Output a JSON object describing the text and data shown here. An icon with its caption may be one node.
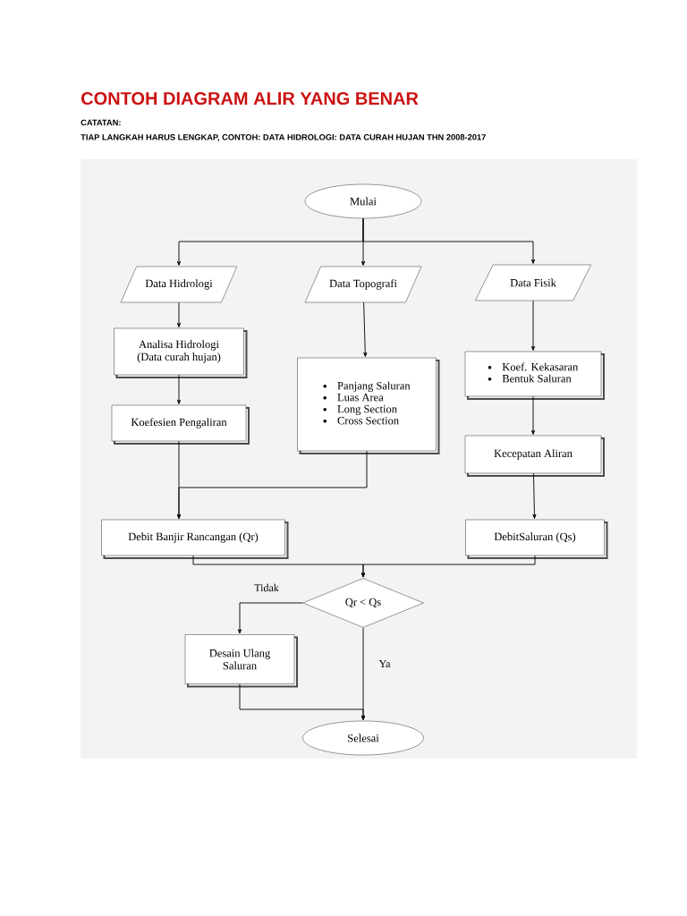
{
  "diagram": {
    "title": "CONTOH DIAGRAM ALIR YANG BENAR",
    "nodes": [
      {
        "text": [
          "Mulai"
        ]
      },
      {
        "text": [
          "Data Hidrologi"
        ]
      },
      {
        "text": [
          "Data Topografi"
        ]
      },
      {
        "text": [
          "Data Fisik"
        ]
      },
      {
        "text": [
          "Analisa Hidrologi (Data curah hujan)"
        ]
      },
      {
        "text": [
          "Koefesien Pengaliran"
        ]
      },
      {
        "text": [
          "Panjang Saluran",
          "Luas Area",
          "Long Section",
          "Cross Section"
        ]
      },
      {
        "text": [
          "Koef. Kekasaran",
          "Bentuk Saluran"
        ]
      },
      {
        "text": [
          "Kecepatan Aliran"
        ]
      },
      {
        "text": [
          "Debit Banjir Rancangan (Qr)"
        ]
      },
      {
        "text": [
          "DebitSaluran (Qs)"
        ]
      },
      {
        "text": [
          "Qr < Qs"
        ]
      },
      {
        "text": [
          "Desain Ulang Saluran"
        ]
      },
      {
        "text": [
          "Selesai"
        ]
      }
    ],
    "edges": [
      {
        "from": 0,
        "to": 1,
        "arrow": "to"
      },
      {
        "from": 0,
        "to": 2,
        "arrow": "to"
      },
      {
        "from": 0,
        "to": 3,
        "arrow": "to"
      },
      {
        "from": 1,
        "to": 4,
        "arrow": "to"
      },
      {
        "from": 4,
        "to": 5,
        "arrow": "to"
      },
      {
        "from": 2,
        "to": 6,
        "arrow": "to"
      },
      {
        "from": 3,
        "to": 7,
        "arrow": "to"
      },
      {
        "from": 7,
        "to": 8,
        "arrow": "to"
      },
      {
        "from": 8,
        "to": 10,
        "arrow": "to"
      },
      {
        "from": 5,
        "to": 9,
        "arrow": "to"
      },
      {
        "from": 6,
        "to": 9,
        "arrow": "to"
      },
      {
        "from": 9,
        "to": 11,
        "arrow": "to"
      },
      {
        "from": 10,
        "to": 11,
        "arrow": "to"
      },
      {
        "from": 11,
        "to": 12,
        "label": "Tidak",
        "arrow": "to"
      },
      {
        "from": 11,
        "to": 13,
        "label": "Ya",
        "arrow": "to"
      },
      {
        "from": 12,
        "to": 13,
        "arrow": "to"
      }
    ],
    "labels": [
      "CATATAN:",
      "TIAP LANGKAH HARUS LENGKAP, CONTOH: DATA HIDROLOGI: DATA CURAH HUJAN THN 2008-2017"
    ]
  }
}
